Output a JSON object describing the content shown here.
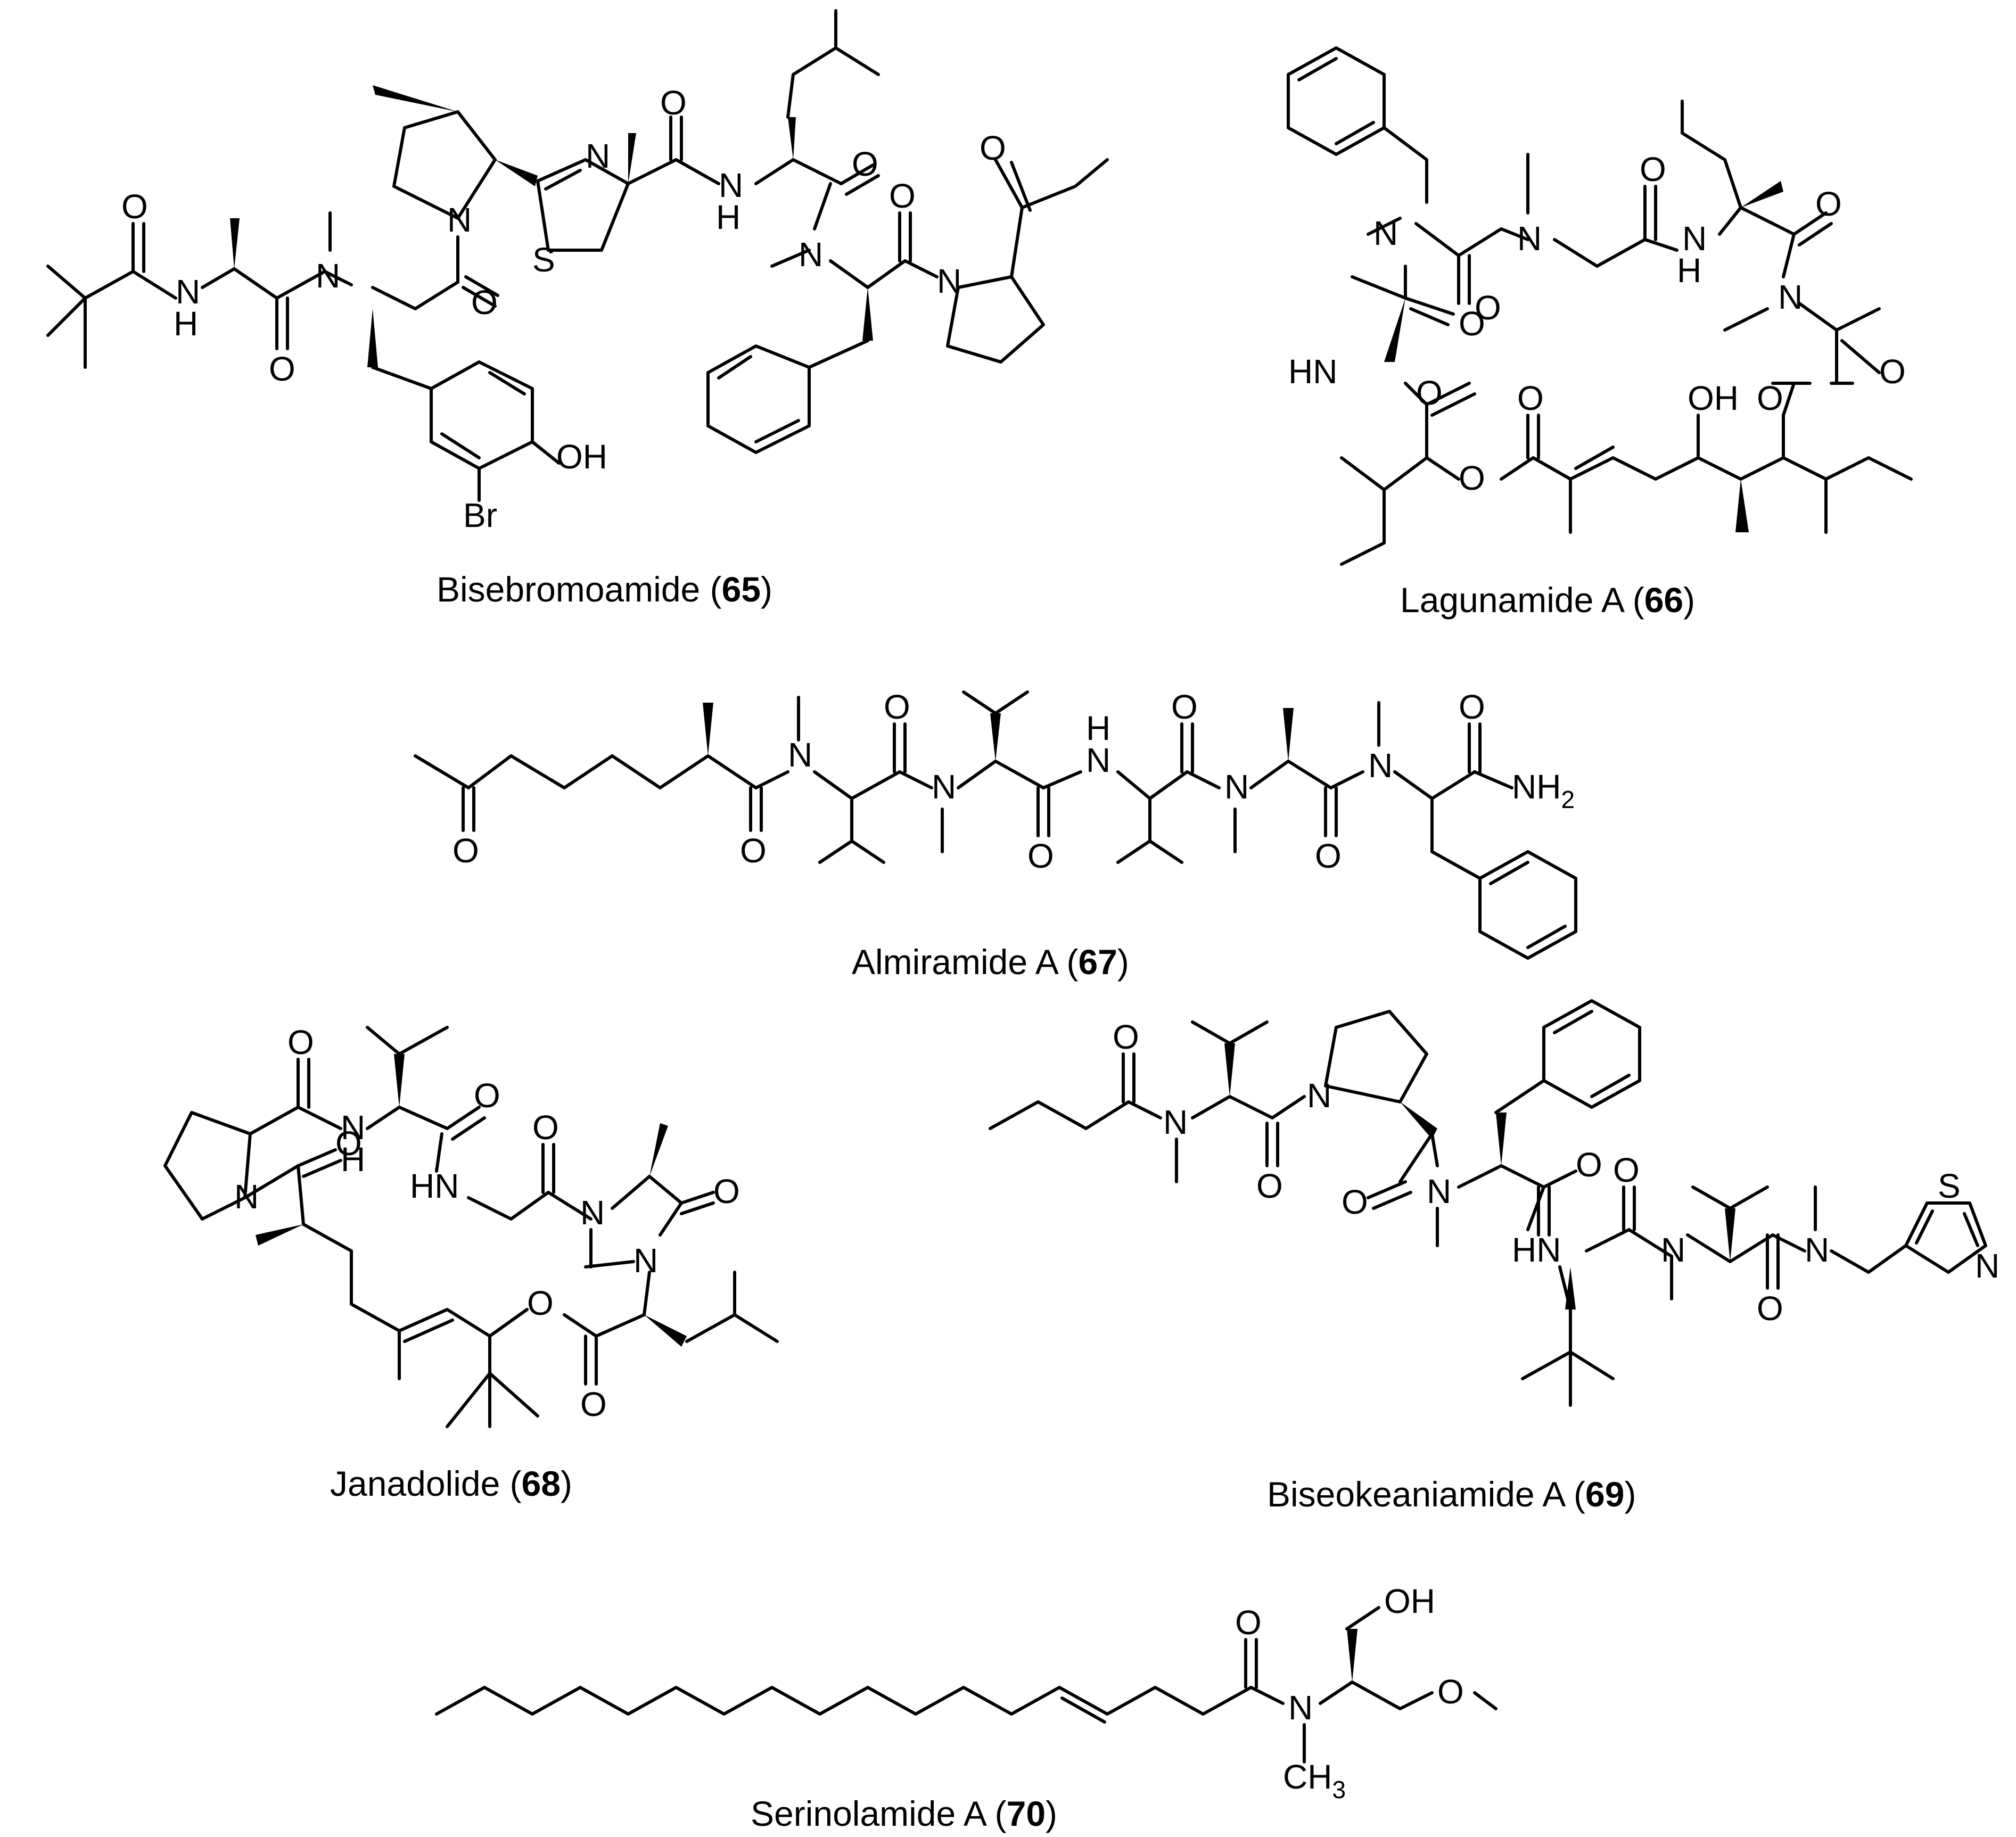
{
  "compounds": [
    {
      "name": "Bisebromoamide",
      "number": "65"
    },
    {
      "name": "Lagunamide A",
      "number": "66"
    },
    {
      "name": "Almiramide A",
      "number": "67"
    },
    {
      "name": "Janadolide",
      "number": "68"
    },
    {
      "name": "Biseokeaniamide A",
      "number": "69"
    },
    {
      "name": "Serinolamide A",
      "number": "70"
    }
  ],
  "atom_labels": {
    "O": "O",
    "N": "N",
    "S": "S",
    "H": "H",
    "HN": "HN",
    "OH": "OH",
    "Br": "Br",
    "NH2": "NH",
    "sub2": "2",
    "CH3": "CH",
    "sub3": "3"
  }
}
